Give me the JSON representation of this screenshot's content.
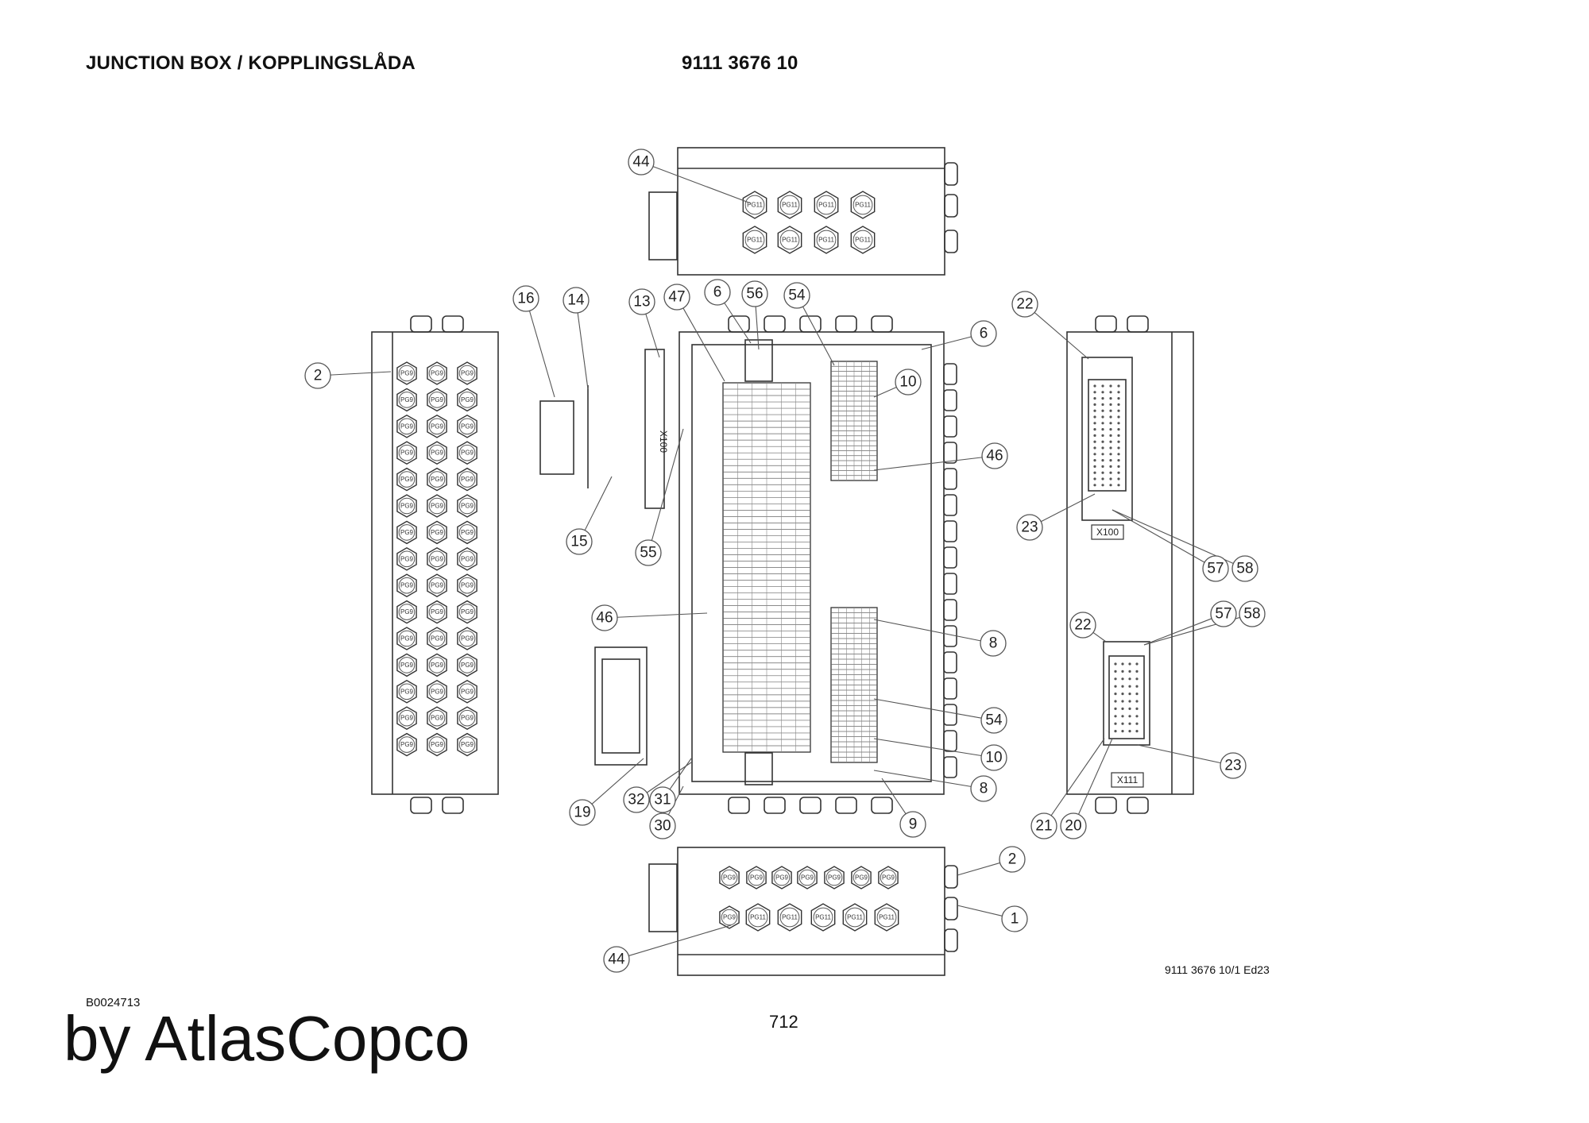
{
  "header": {
    "title": "JUNCTION BOX / KOPPLINGSLÅDA",
    "part_number": "9111 3676 10"
  },
  "footer": {
    "drawing_code": "B0024713",
    "page_number": "712",
    "brand": "by AtlasCopco",
    "reference": "9111 3676 10/1 Ed23"
  },
  "connector_tags": [
    "X100",
    "X100",
    "X111"
  ],
  "gland_labels": {
    "small": "PG9",
    "large": "PG11"
  },
  "callouts": [
    "44",
    "16",
    "14",
    "13",
    "47",
    "6",
    "56",
    "54",
    "2",
    "6",
    "10",
    "46",
    "15",
    "55",
    "46",
    "8",
    "54",
    "10",
    "8",
    "19",
    "32",
    "31",
    "30",
    "9",
    "22",
    "23",
    "57",
    "58",
    "22",
    "57",
    "58",
    "23",
    "21",
    "20",
    "2",
    "1",
    "44"
  ]
}
